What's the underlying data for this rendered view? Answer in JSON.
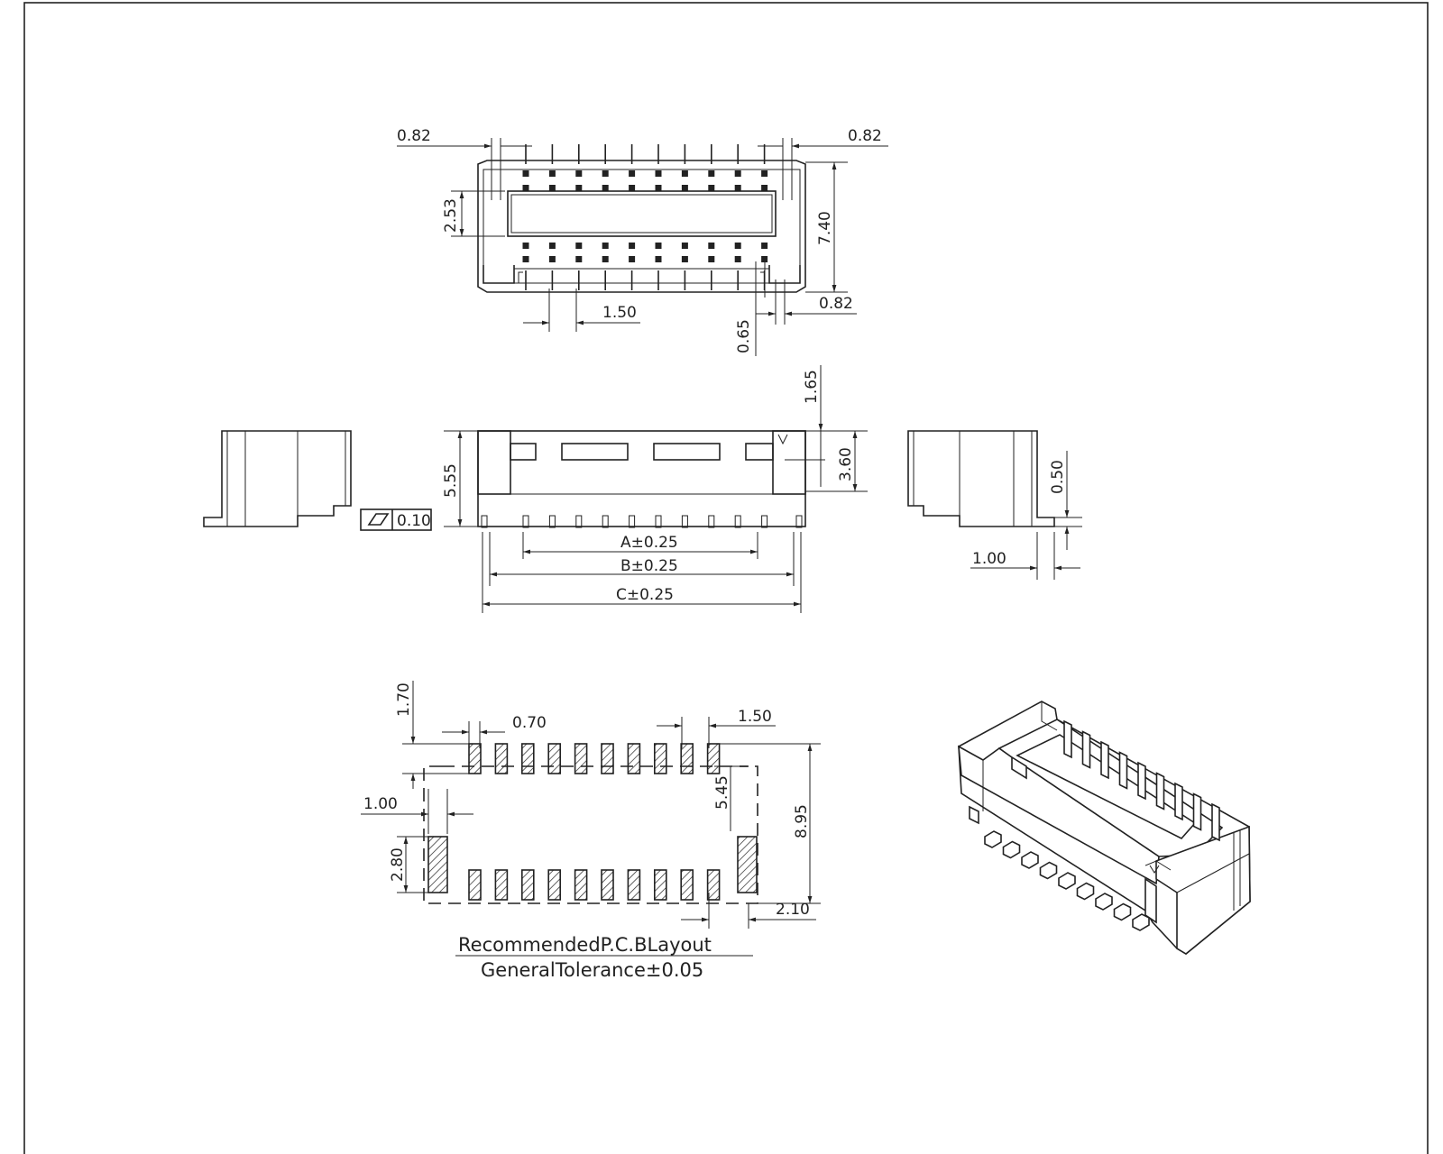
{
  "colors": {
    "ink": "#222222",
    "paper": "#ffffff"
  },
  "top_view": {
    "dim_left_offset": "0.82",
    "dim_right_offset": "0.82",
    "dim_opening_height": "2.53",
    "dim_body_height": "7.40",
    "dim_corner": "0.82",
    "dim_pitch": "1.50",
    "dim_pin_width": "0.65"
  },
  "front_view": {
    "dim_body_height": "5.55",
    "dim_top_gap": "1.65",
    "dim_upper_height": "3.60",
    "flatness_value": "0.10",
    "dim_a": "A±0.25",
    "dim_b": "B±0.25",
    "dim_c": "C±0.25"
  },
  "side_view": {
    "dim_standoff": "0.50",
    "dim_lead": "1.00"
  },
  "pcb_layout": {
    "dim_pad_offset": "1.70",
    "dim_pad_width": "0.70",
    "dim_pad_pitch": "1.50",
    "dim_hold_gap": "1.00",
    "dim_hold_height": "2.80",
    "dim_row_spacing": "5.45",
    "dim_total_height": "8.95",
    "dim_hold_width": "2.10",
    "title": "RecommendedP.C.BLayout",
    "tolerance": "GeneralTolerance±0.05"
  }
}
